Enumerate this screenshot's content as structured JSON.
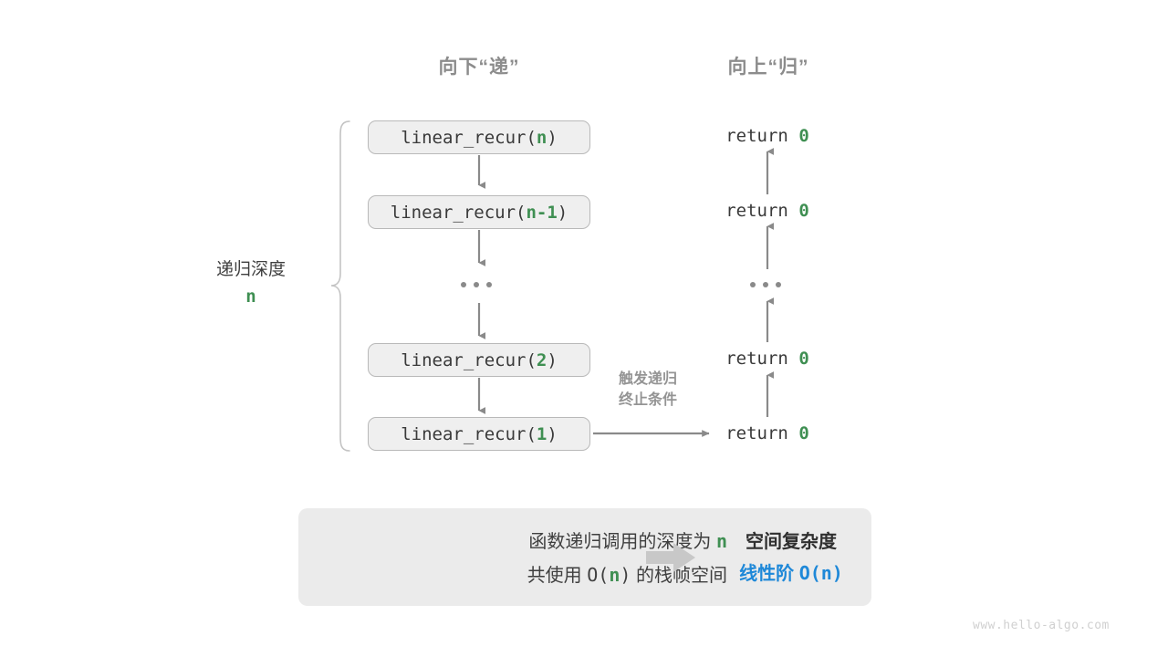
{
  "diagram": {
    "headers": {
      "down": "向下“递”",
      "up": "向上“归”"
    },
    "depth_label": {
      "text": "递归深度",
      "variable": "n"
    },
    "side_note": {
      "line1": "触发递归",
      "line2": "终止条件"
    },
    "calls": [
      {
        "prefix": "linear_recur(",
        "arg": "n",
        "suffix": ")"
      },
      {
        "prefix": "linear_recur(",
        "arg": "n-1",
        "suffix": ")"
      },
      {
        "prefix": "linear_recur(",
        "arg": "2",
        "suffix": ")"
      },
      {
        "prefix": "linear_recur(",
        "arg": "1",
        "suffix": ")"
      }
    ],
    "returns": [
      {
        "keyword": "return",
        "value": "0"
      },
      {
        "keyword": "return",
        "value": "0"
      },
      {
        "keyword": "return",
        "value": "0"
      },
      {
        "keyword": "return",
        "value": "0"
      }
    ],
    "ellipsis": "• • •"
  },
  "summary": {
    "left_line1_a": "函数递归调用的深度为",
    "left_line1_var": "n",
    "left_line2_a": "共使用",
    "left_line2_b": "O(",
    "left_line2_var": "n",
    "left_line2_c": ")",
    "left_line2_d": "的栈帧空间",
    "arrow_icon": "right-block-arrow-icon",
    "right_title": "空间复杂度",
    "right_value_a": "线性阶",
    "right_value_b": "O(n)"
  },
  "watermark": "www.hello-algo.com",
  "colors": {
    "green": "#3f8f52",
    "blue": "#1e88d8",
    "gray_text": "#8c8c8c",
    "box_fill": "#efefef",
    "box_border": "#b9b9b9",
    "panel_fill": "#ebebeb",
    "arrow": "#8a8a8a"
  }
}
